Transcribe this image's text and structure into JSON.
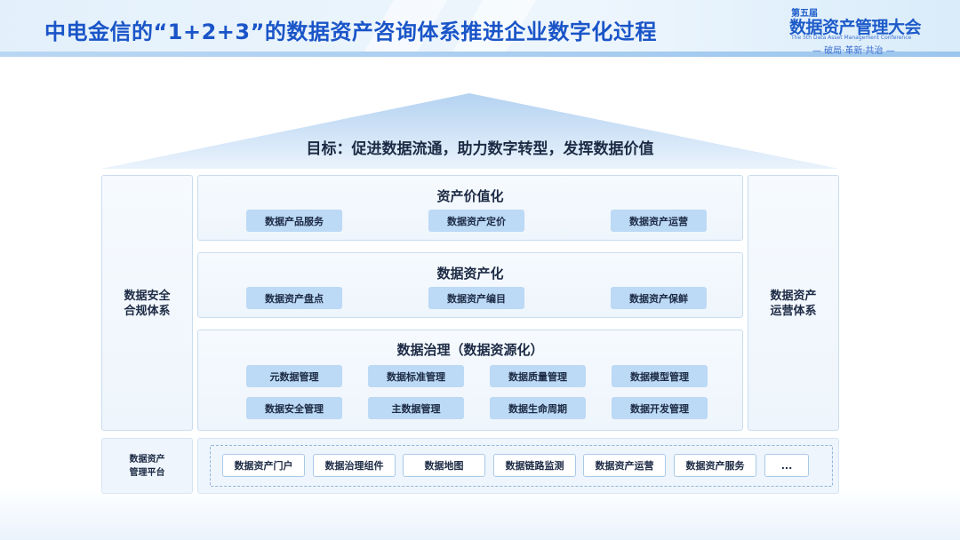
{
  "header": {
    "title": "中电金信的“1+2+3”的数据资产咨询体系推进企业数字化过程",
    "logo": {
      "edition": "第五届",
      "name": "数据资产管理大会",
      "english": "The 5th Data Asset Management Conference",
      "slogan": "— 破局·革新·共治 —"
    }
  },
  "goal": "目标：促进数据流通，助力数字转型，发挥数据价值",
  "left_pillar": [
    "数据安全",
    "合规体系"
  ],
  "right_pillar": [
    "数据资产",
    "运营体系"
  ],
  "sections": {
    "valorization": {
      "title": "资产价值化",
      "items": [
        "数据产品服务",
        "数据资产定价",
        "数据资产运营"
      ]
    },
    "assetization": {
      "title": "数据资产化",
      "items": [
        "数据资产盘点",
        "数据资产编目",
        "数据资产保鲜"
      ]
    },
    "governance": {
      "title": "数据治理（数据资源化）",
      "items": [
        "元数据管理",
        "数据标准管理",
        "数据质量管理",
        "数据模型管理",
        "数据安全管理",
        "主数据管理",
        "数据生命周期",
        "数据开发管理"
      ]
    }
  },
  "platform": {
    "label": [
      "数据资产",
      "管理平台"
    ],
    "tools": [
      "数据资产门户",
      "数据治理组件",
      "数据地图",
      "数据链路监测",
      "数据资产运营",
      "数据资产服务",
      "..."
    ]
  },
  "colors": {
    "title_blue": "#1a55c8",
    "pill_blue": "#bcd9f5",
    "panel_border": "#c9ddf0",
    "text_dark": "#1c2a44"
  }
}
